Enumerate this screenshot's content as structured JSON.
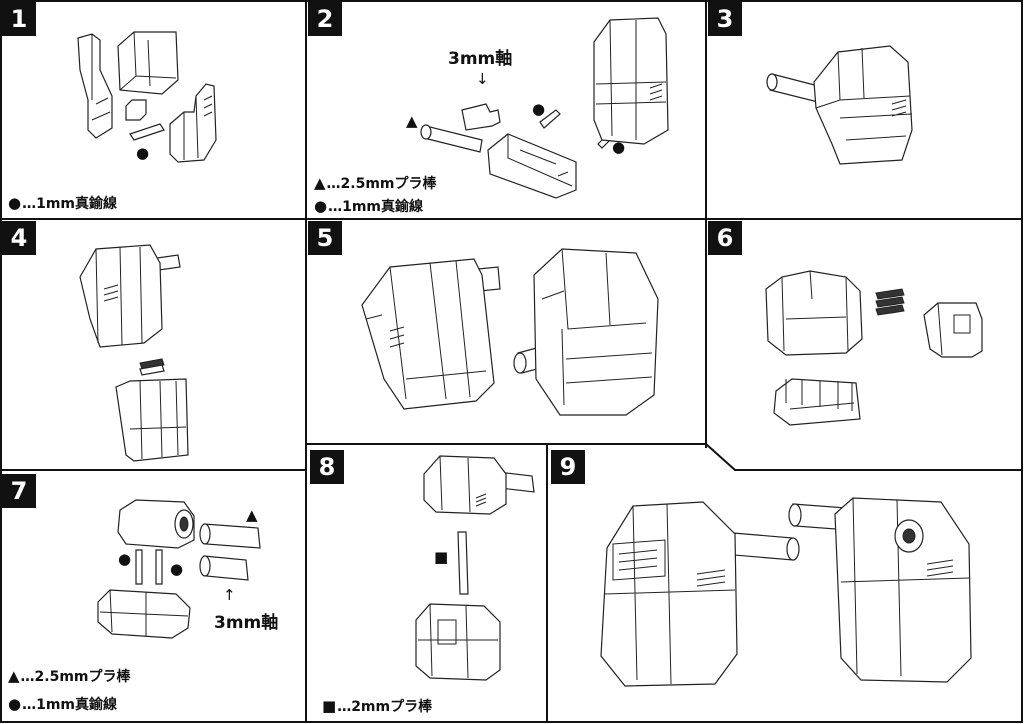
{
  "panels": [
    {
      "number": "1",
      "legend": [
        {
          "symbol": "●",
          "text": "…1mm真鍮線"
        }
      ]
    },
    {
      "number": "2",
      "callout": "3mm軸",
      "legend": [
        {
          "symbol": "▲",
          "text": "…2.5mmプラ棒"
        },
        {
          "symbol": "●",
          "text": "…1mm真鍮線"
        }
      ]
    },
    {
      "number": "3"
    },
    {
      "number": "4"
    },
    {
      "number": "5"
    },
    {
      "number": "6"
    },
    {
      "number": "7",
      "callout": "3mm軸",
      "legend": [
        {
          "symbol": "▲",
          "text": "…2.5mmプラ棒"
        },
        {
          "symbol": "●",
          "text": "…1mm真鍮線"
        }
      ]
    },
    {
      "number": "8",
      "legend": [
        {
          "symbol": "■",
          "text": "…2mmプラ棒"
        }
      ]
    },
    {
      "number": "9"
    }
  ],
  "marks": {
    "circle": "●",
    "triangle": "▲",
    "square": "■",
    "arrow": "↓",
    "arrow_up": "↑"
  },
  "colors": {
    "line": "#222222",
    "badge": "#111111",
    "background": "#ffffff"
  }
}
